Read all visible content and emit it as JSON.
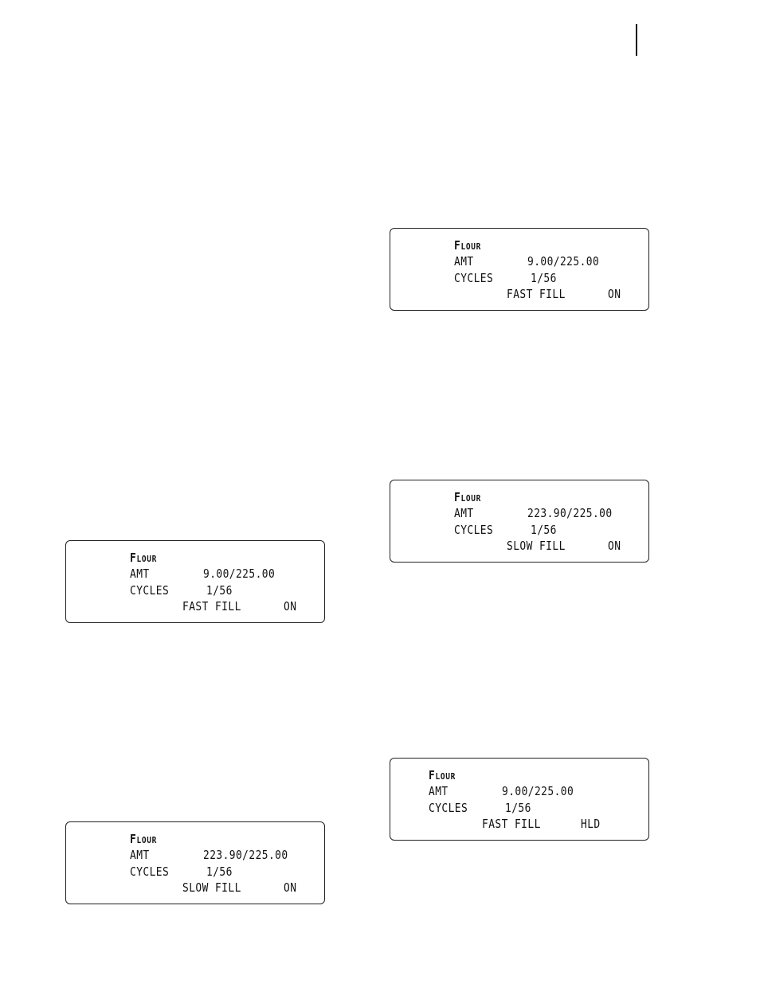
{
  "displays": [
    {
      "title": "Flour",
      "amt_label": "AMT",
      "amt_value": "9.00/225.00",
      "cycles_label": "CYCLES",
      "cycles_value": "1/56",
      "mode": "FAST FILL",
      "state": "ON"
    },
    {
      "title": "Flour",
      "amt_label": "AMT",
      "amt_value": "9.00/225.00",
      "cycles_label": "CYCLES",
      "cycles_value": "1/56",
      "mode": "FAST FILL",
      "state": "ON"
    },
    {
      "title": "Flour",
      "amt_label": "AMT",
      "amt_value": "223.90/225.00",
      "cycles_label": "CYCLES",
      "cycles_value": "1/56",
      "mode": "SLOW FILL",
      "state": "ON"
    },
    {
      "title": "Flour",
      "amt_label": "AMT",
      "amt_value": "223.90/225.00",
      "cycles_label": "CYCLES",
      "cycles_value": "1/56",
      "mode": "SLOW FILL",
      "state": "ON"
    },
    {
      "title": "Flour",
      "amt_label": "AMT",
      "amt_value": "9.00/225.00",
      "cycles_label": "CYCLES",
      "cycles_value": "1/56",
      "mode": "FAST FILL",
      "state": "HLD"
    }
  ]
}
